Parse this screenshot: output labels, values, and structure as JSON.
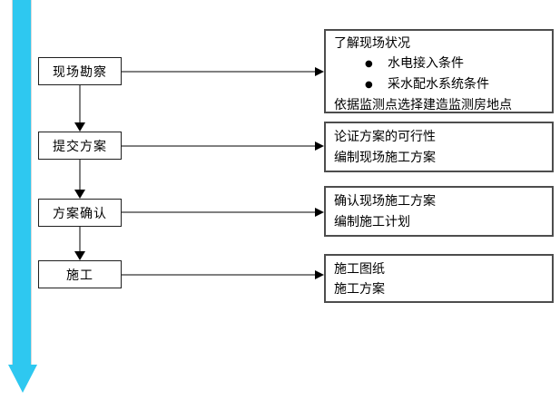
{
  "glyphs": {
    "bullet": "●"
  },
  "colors": {
    "arrow_cyan": "#2ec8f0",
    "connector_gray": "#808080",
    "arrowhead_black": "#000000",
    "step_border": "#1f1f1f",
    "detail_border": "#4d4d4d"
  },
  "steps": [
    {
      "label": "现场勘察"
    },
    {
      "label": "提交方案"
    },
    {
      "label": "方案确认"
    },
    {
      "label": "施工"
    }
  ],
  "details": [
    {
      "lines": [
        "了解现场状况",
        "水电接入条件",
        "采水配水系统条件",
        "依据监测点选择建造监测房地点"
      ]
    },
    {
      "lines": [
        "论证方案的可行性",
        "编制现场施工方案"
      ]
    },
    {
      "lines": [
        "确认现场施工方案",
        "编制施工计划"
      ]
    },
    {
      "lines": [
        "施工图纸",
        "施工方案"
      ]
    }
  ]
}
